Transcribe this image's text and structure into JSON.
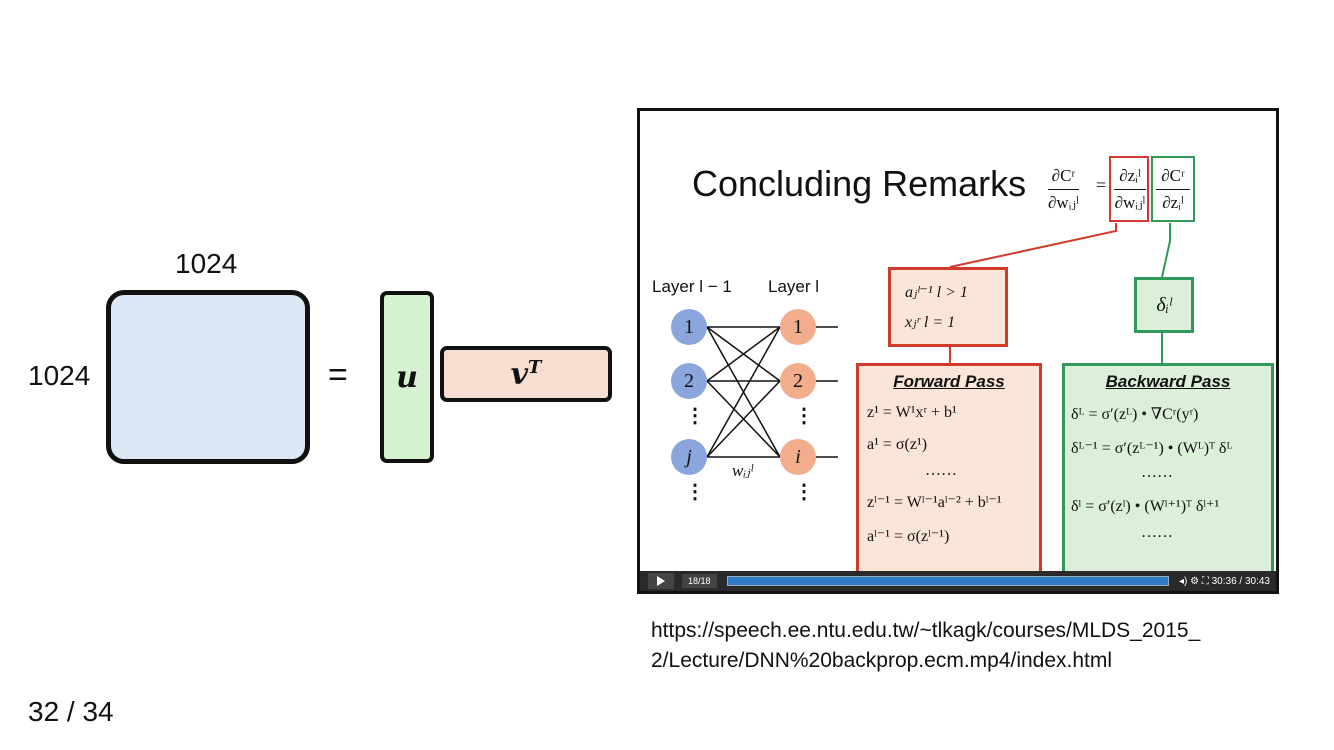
{
  "diagram": {
    "dim_top": "1024",
    "dim_left": "1024",
    "equals": "=",
    "u_label": "u",
    "v_label": "v",
    "v_sup": "T",
    "colors": {
      "matrix": "#dce8f6",
      "u": "#d6f2d0",
      "v": "#f8ded0"
    }
  },
  "video": {
    "slide_title": "Concluding Remarks",
    "top_formula": {
      "lhs_num": "∂Cʳ",
      "lhs_den": "∂wᵢⱼˡ",
      "mid_num": "∂zᵢˡ",
      "mid_den": "∂wᵢⱼˡ",
      "rhs_num": "∂Cʳ",
      "rhs_den": "∂zᵢˡ"
    },
    "layer_prev": "Layer l − 1",
    "layer_cur": "Layer l",
    "prev_nodes": [
      "1",
      "2",
      "j"
    ],
    "cur_nodes": [
      "1",
      "2",
      "i"
    ],
    "weight_label": "wᵢⱼˡ",
    "cond": {
      "line1": "aⱼˡ⁻¹   l > 1",
      "line2": "xⱼʳ    l = 1"
    },
    "delta": "δᵢˡ",
    "forward": {
      "title": "Forward Pass",
      "eqs": [
        "z¹ = W¹xʳ + b¹",
        "a¹ = σ(z¹)",
        "……",
        "zˡ⁻¹ = Wˡ⁻¹aˡ⁻² + bˡ⁻¹",
        "aˡ⁻¹ = σ(zˡ⁻¹)"
      ]
    },
    "backward": {
      "title": "Backward Pass",
      "eqs": [
        "δᴸ = σ′(zᴸ) • ∇Cʳ(yʳ)",
        "δᴸ⁻¹ = σ′(zᴸ⁻¹) • (Wᴸ)ᵀ δᴸ",
        "……",
        "δˡ = σ′(zˡ) • (Wˡ⁺¹)ᵀ δˡ⁺¹",
        "……"
      ]
    },
    "player": {
      "counter": "18/18",
      "time": "30:36 / 30:43",
      "progress": 0.98,
      "icons": [
        "play-icon",
        "volume-icon",
        "settings-icon",
        "fullscreen-icon"
      ]
    }
  },
  "caption": {
    "line1": "https://speech.ee.ntu.edu.tw/~tlkagk/courses/MLDS_2015_",
    "line2": "2/Lecture/DNN%20backprop.ecm.mp4/index.html"
  },
  "page_number": "32 / 34"
}
